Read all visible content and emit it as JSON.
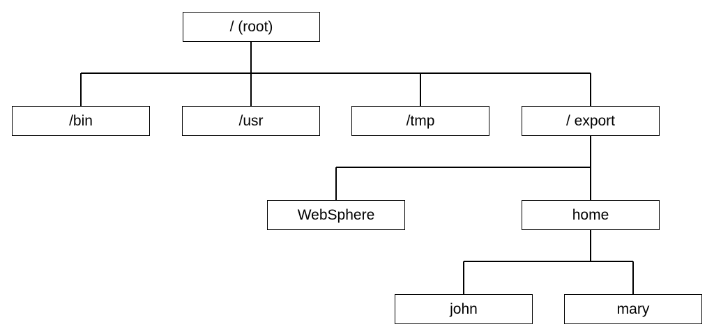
{
  "tree": {
    "root": {
      "label": "/ (root)"
    },
    "bin": {
      "label": "/bin"
    },
    "usr": {
      "label": "/usr"
    },
    "tmp": {
      "label": "/tmp"
    },
    "export": {
      "label": "/ export"
    },
    "websphere": {
      "label": "WebSphere"
    },
    "home": {
      "label": "home"
    },
    "john": {
      "label": "john"
    },
    "mary": {
      "label": "mary"
    }
  },
  "edges": [
    [
      "root",
      "bin"
    ],
    [
      "root",
      "usr"
    ],
    [
      "root",
      "tmp"
    ],
    [
      "root",
      "export"
    ],
    [
      "export",
      "websphere"
    ],
    [
      "export",
      "home"
    ],
    [
      "home",
      "john"
    ],
    [
      "home",
      "mary"
    ]
  ],
  "colors": {
    "line": "#000000",
    "box_border": "#000000",
    "box_fill": "#ffffff",
    "text": "#000000"
  }
}
